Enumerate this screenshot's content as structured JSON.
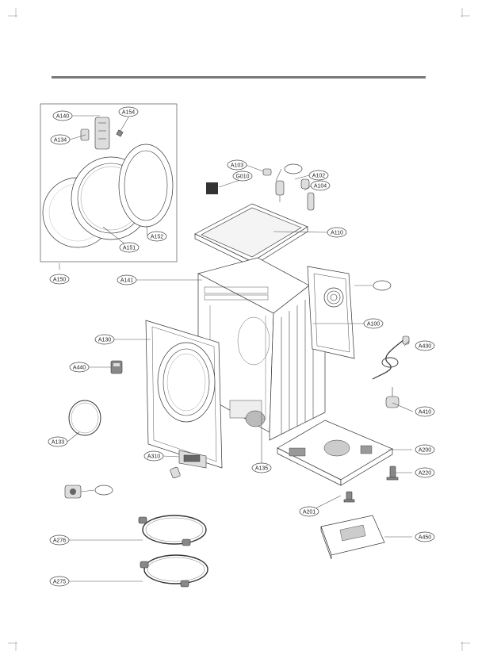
{
  "callouts": {
    "A140": "A140",
    "A154": "A154",
    "A134": "A134",
    "A152": "A152",
    "A151": "A151",
    "A150": "A150",
    "A103": "A103",
    "G010": "G010",
    "A102": "A102",
    "A104": "A104",
    "A110": "A110",
    "A141": "A141",
    "A100": "A100",
    "A130": "A130",
    "A430": "A430",
    "A440": "A440",
    "A410": "A410",
    "A133": "A133",
    "A310": "A310",
    "A135": "A135",
    "A200": "A200",
    "A220": "A220",
    "A201": "A201",
    "A276": "A276",
    "A450": "A450",
    "A275": "A275"
  },
  "colors": {
    "rule": "#777777",
    "line": "#333333",
    "callout_stroke": "#444444"
  }
}
